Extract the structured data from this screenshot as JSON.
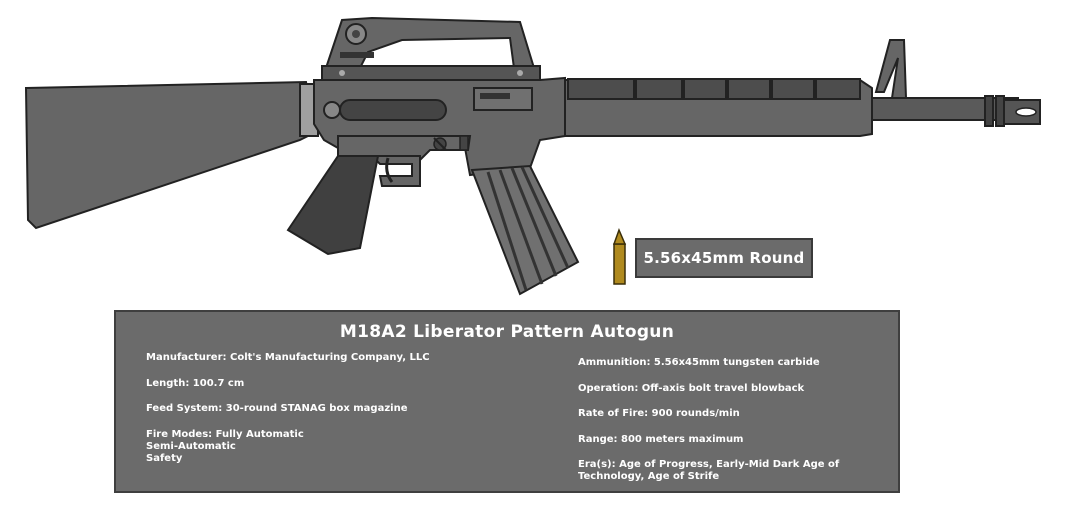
{
  "round_label": "5.56x45mm Round",
  "title": "M18A2 Liberator Pattern Autogun",
  "specs_left": [
    "Manufacturer: Colt's Manufacturing Company, LLC",
    "Length: 100.7 cm",
    "Feed System: 30-round STANAG box magazine",
    "Fire Modes: Fully Automatic\nSemi-Automatic\nSafety"
  ],
  "specs_right": [
    "Ammunition: 5.56x45mm tungsten carbide",
    "Operation: Off-axis bolt travel blowback",
    "Rate of Fire: 900 rounds/min",
    "Range: 800 meters maximum",
    "Era(s): Age of Progress, Early-Mid Dark Age of Technology, Age of Strife"
  ],
  "colors": {
    "body": "#666666",
    "dark": "#3f3f3f",
    "panel": "#6b6b6b",
    "brass": "#b08a1e"
  }
}
